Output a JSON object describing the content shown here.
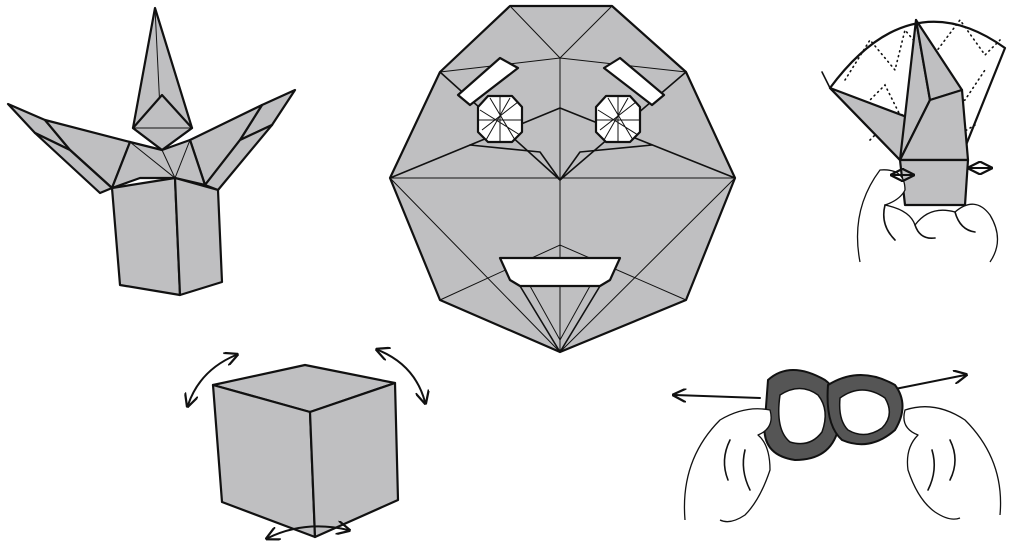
{
  "diagram": {
    "figures": [
      {
        "id": "star-model",
        "icon": "origami-three-point-star-model"
      },
      {
        "id": "octagon-face",
        "icon": "origami-octagon-face"
      },
      {
        "id": "hands-opening-cone",
        "icon": "hands-opening-cone-model"
      },
      {
        "id": "cube-rotate",
        "icon": "cube-with-rotate-arrows"
      },
      {
        "id": "hands-pulling-ring",
        "icon": "hands-pulling-knotted-ring"
      }
    ],
    "colors": {
      "paper": "#bfbfc1",
      "line": "#111111",
      "background": "#ffffff"
    }
  }
}
